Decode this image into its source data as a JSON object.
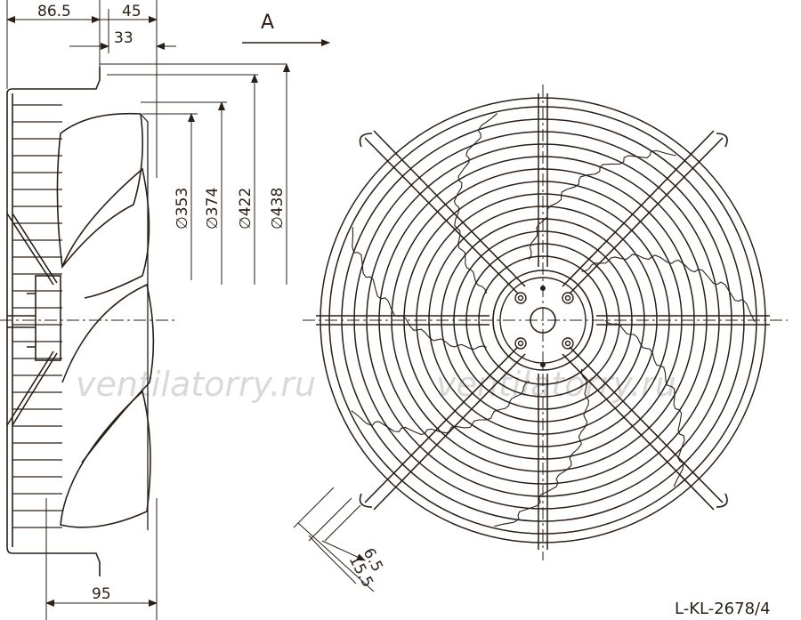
{
  "drawing_code": "L-KL-2678/4",
  "view_arrow_label": "A",
  "watermark_left": "ventilatorry.ru",
  "watermark_right": "ventilatorry.ru",
  "side_view": {
    "dim_overall_width": "86.5",
    "dim_guard_offset": "45",
    "dim_inner": "33",
    "dim_bottom": "95",
    "diameters": [
      "∅353",
      "∅374",
      "∅422",
      "∅438"
    ]
  },
  "front_view": {
    "dim_slot_width": "6.5",
    "dim_slot_pitch": "15.5"
  }
}
